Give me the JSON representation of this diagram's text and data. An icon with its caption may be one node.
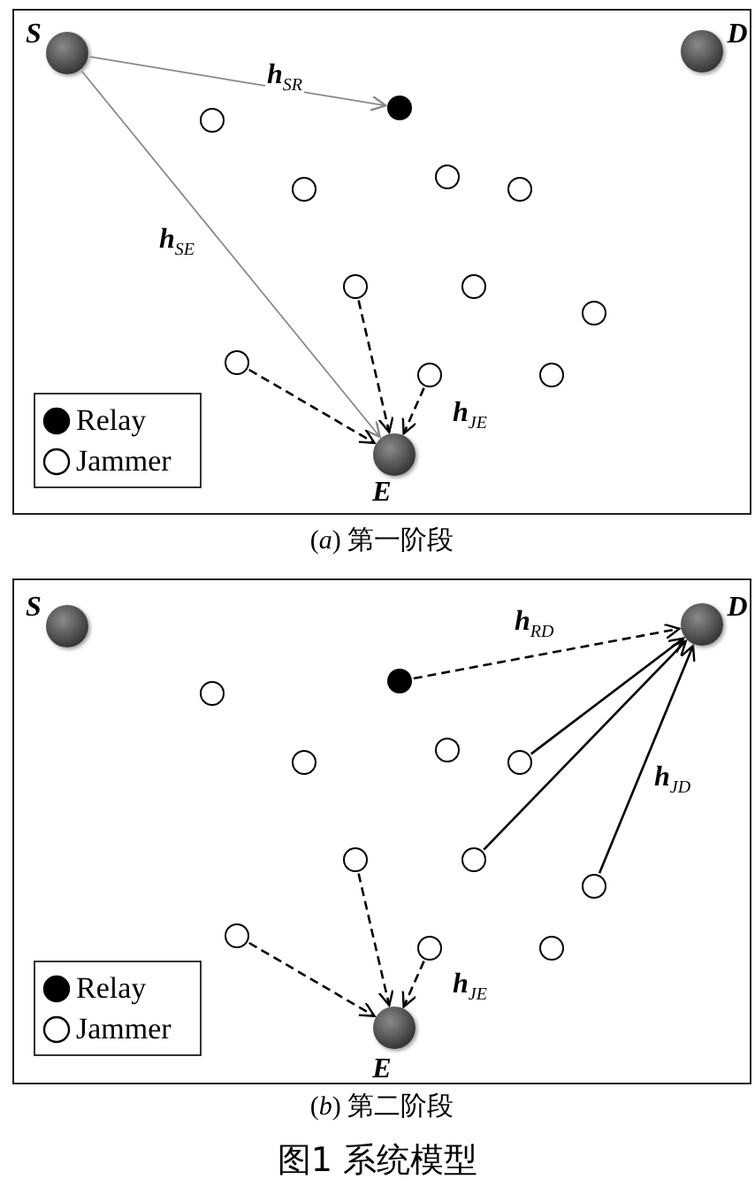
{
  "diagram": {
    "caption": "图1 系统模型",
    "nodes": [
      {
        "text": [
          "(*a*) 第一阶段"
        ]
      },
      {
        "text": [
          "S"
        ],
        "in": 0
      },
      {
        "text": [
          "D"
        ],
        "in": 0
      },
      {
        "text": [],
        "shape": "circle",
        "in": 0
      },
      {
        "text": [],
        "shape": "circle",
        "in": 0
      },
      {
        "text": [],
        "shape": "circle",
        "in": 0
      },
      {
        "text": [],
        "shape": "circle",
        "in": 0
      },
      {
        "text": [],
        "shape": "circle",
        "in": 0
      },
      {
        "text": [],
        "shape": "circle",
        "in": 0
      },
      {
        "text": [],
        "shape": "circle",
        "in": 0
      },
      {
        "text": [],
        "shape": "circle",
        "in": 0
      },
      {
        "text": [],
        "shape": "circle",
        "in": 0
      },
      {
        "text": [],
        "shape": "circle",
        "in": 0
      },
      {
        "text": [],
        "shape": "circle",
        "in": 0
      },
      {
        "text": [
          "E"
        ],
        "in": 0
      },
      {
        "text": [
          "(*b*) 第二阶段"
        ]
      },
      {
        "text": [
          "S"
        ],
        "in": 15
      },
      {
        "text": [
          "D"
        ],
        "in": 15
      },
      {
        "text": [],
        "shape": "circle",
        "in": 15
      },
      {
        "text": [],
        "shape": "circle",
        "in": 15
      },
      {
        "text": [],
        "shape": "circle",
        "in": 15
      },
      {
        "text": [],
        "shape": "circle",
        "in": 15
      },
      {
        "text": [],
        "shape": "circle",
        "in": 15
      },
      {
        "text": [],
        "shape": "circle",
        "in": 15
      },
      {
        "text": [],
        "shape": "circle",
        "in": 15
      },
      {
        "text": [],
        "shape": "circle",
        "in": 15
      },
      {
        "text": [],
        "shape": "circle",
        "in": 15
      },
      {
        "text": [],
        "shape": "circle",
        "in": 15
      },
      {
        "text": [],
        "shape": "circle",
        "in": 15
      },
      {
        "text": [
          "E"
        ],
        "in": 15
      }
    ],
    "edges": [
      {
        "from": 1,
        "to": 3,
        "arrow": "to",
        "label": "h$_{SR}$",
        "color": "#888888"
      },
      {
        "from": 1,
        "to": 14,
        "arrow": "to",
        "label": "h$_{SE}$",
        "color": "#888888"
      },
      {
        "from": 8,
        "to": 14,
        "arrow": "to",
        "style": "dashed"
      },
      {
        "from": 11,
        "to": 14,
        "arrow": "to",
        "style": "dashed"
      },
      {
        "from": 12,
        "to": 14,
        "arrow": "to",
        "style": "dashed",
        "label": "h$_{JE}$"
      },
      {
        "from": 18,
        "to": 17,
        "arrow": "to",
        "style": "dashed",
        "label": "h$_{RD}$"
      },
      {
        "from": 22,
        "to": 17,
        "arrow": "to"
      },
      {
        "from": 24,
        "to": 17,
        "arrow": "to"
      },
      {
        "from": 25,
        "to": 17,
        "arrow": "to",
        "label": "h$_{JD}$"
      },
      {
        "from": 23,
        "to": 29,
        "arrow": "to",
        "style": "dashed"
      },
      {
        "from": 26,
        "to": 29,
        "arrow": "to",
        "style": "dashed"
      },
      {
        "from": 27,
        "to": 29,
        "arrow": "to",
        "style": "dashed",
        "label": "h$_{JE}$"
      }
    ],
    "legend": [
      {
        "text": "Relay"
      },
      {
        "text": "Jammer"
      },
      {
        "text": "Relay"
      },
      {
        "text": "Jammer"
      }
    ]
  }
}
